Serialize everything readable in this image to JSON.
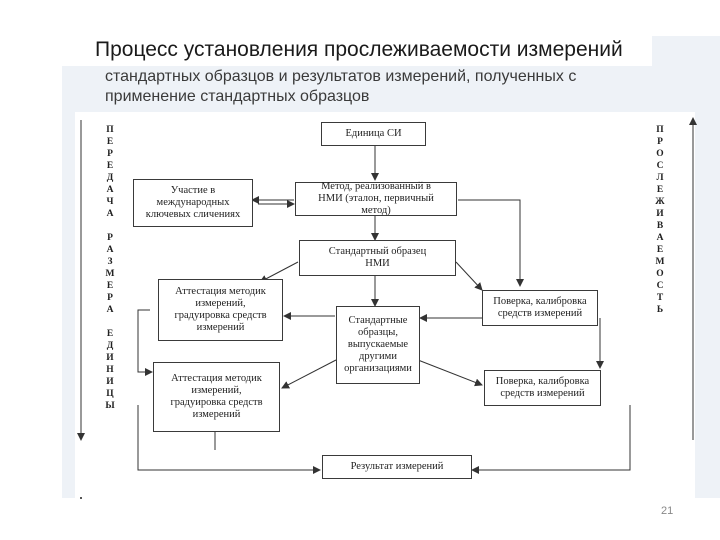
{
  "slide": {
    "title": "Процесс установления прослеживаемости измерений",
    "subtitle_line1": "стандартных образцов и результатов измерений, полученных с",
    "subtitle_line2": "применение  стандартных образцов",
    "page_number": "21"
  },
  "diagram": {
    "left_vertical": [
      "П",
      "Е",
      "Р",
      "Е",
      "Д",
      "А",
      "Ч",
      "А",
      "",
      "Р",
      "А",
      "З",
      "М",
      "Е",
      "Р",
      "А",
      "",
      "Е",
      "Д",
      "И",
      "Н",
      "И",
      "Ц",
      "Ы"
    ],
    "right_vertical": [
      "П",
      "Р",
      "О",
      "С",
      "Л",
      "Е",
      "Ж",
      "И",
      "В",
      "А",
      "Е",
      "М",
      "О",
      "С",
      "Т",
      "Ь"
    ],
    "boxes": {
      "si_unit": "Единица СИ",
      "intl_comparison": "Участие в международных ключевых сличениях",
      "nmi_method": "Метод, реализованный в НМИ (эталон, первичный метод)",
      "standard_sample_nmi": "Стандартный образец НМИ",
      "attestation_1": "Аттестация методик измерений, градуировка средств измерений",
      "standard_samples_other": "Стандартные образцы, выпускаемые другими организациями",
      "verification_1": "Поверка, калибровка средств измерений",
      "attestation_2": "Аттестация методик измерений, градуировка средств измерений",
      "verification_2": "Поверка, калибровка средств измерений",
      "result": "Результат измерений"
    }
  }
}
